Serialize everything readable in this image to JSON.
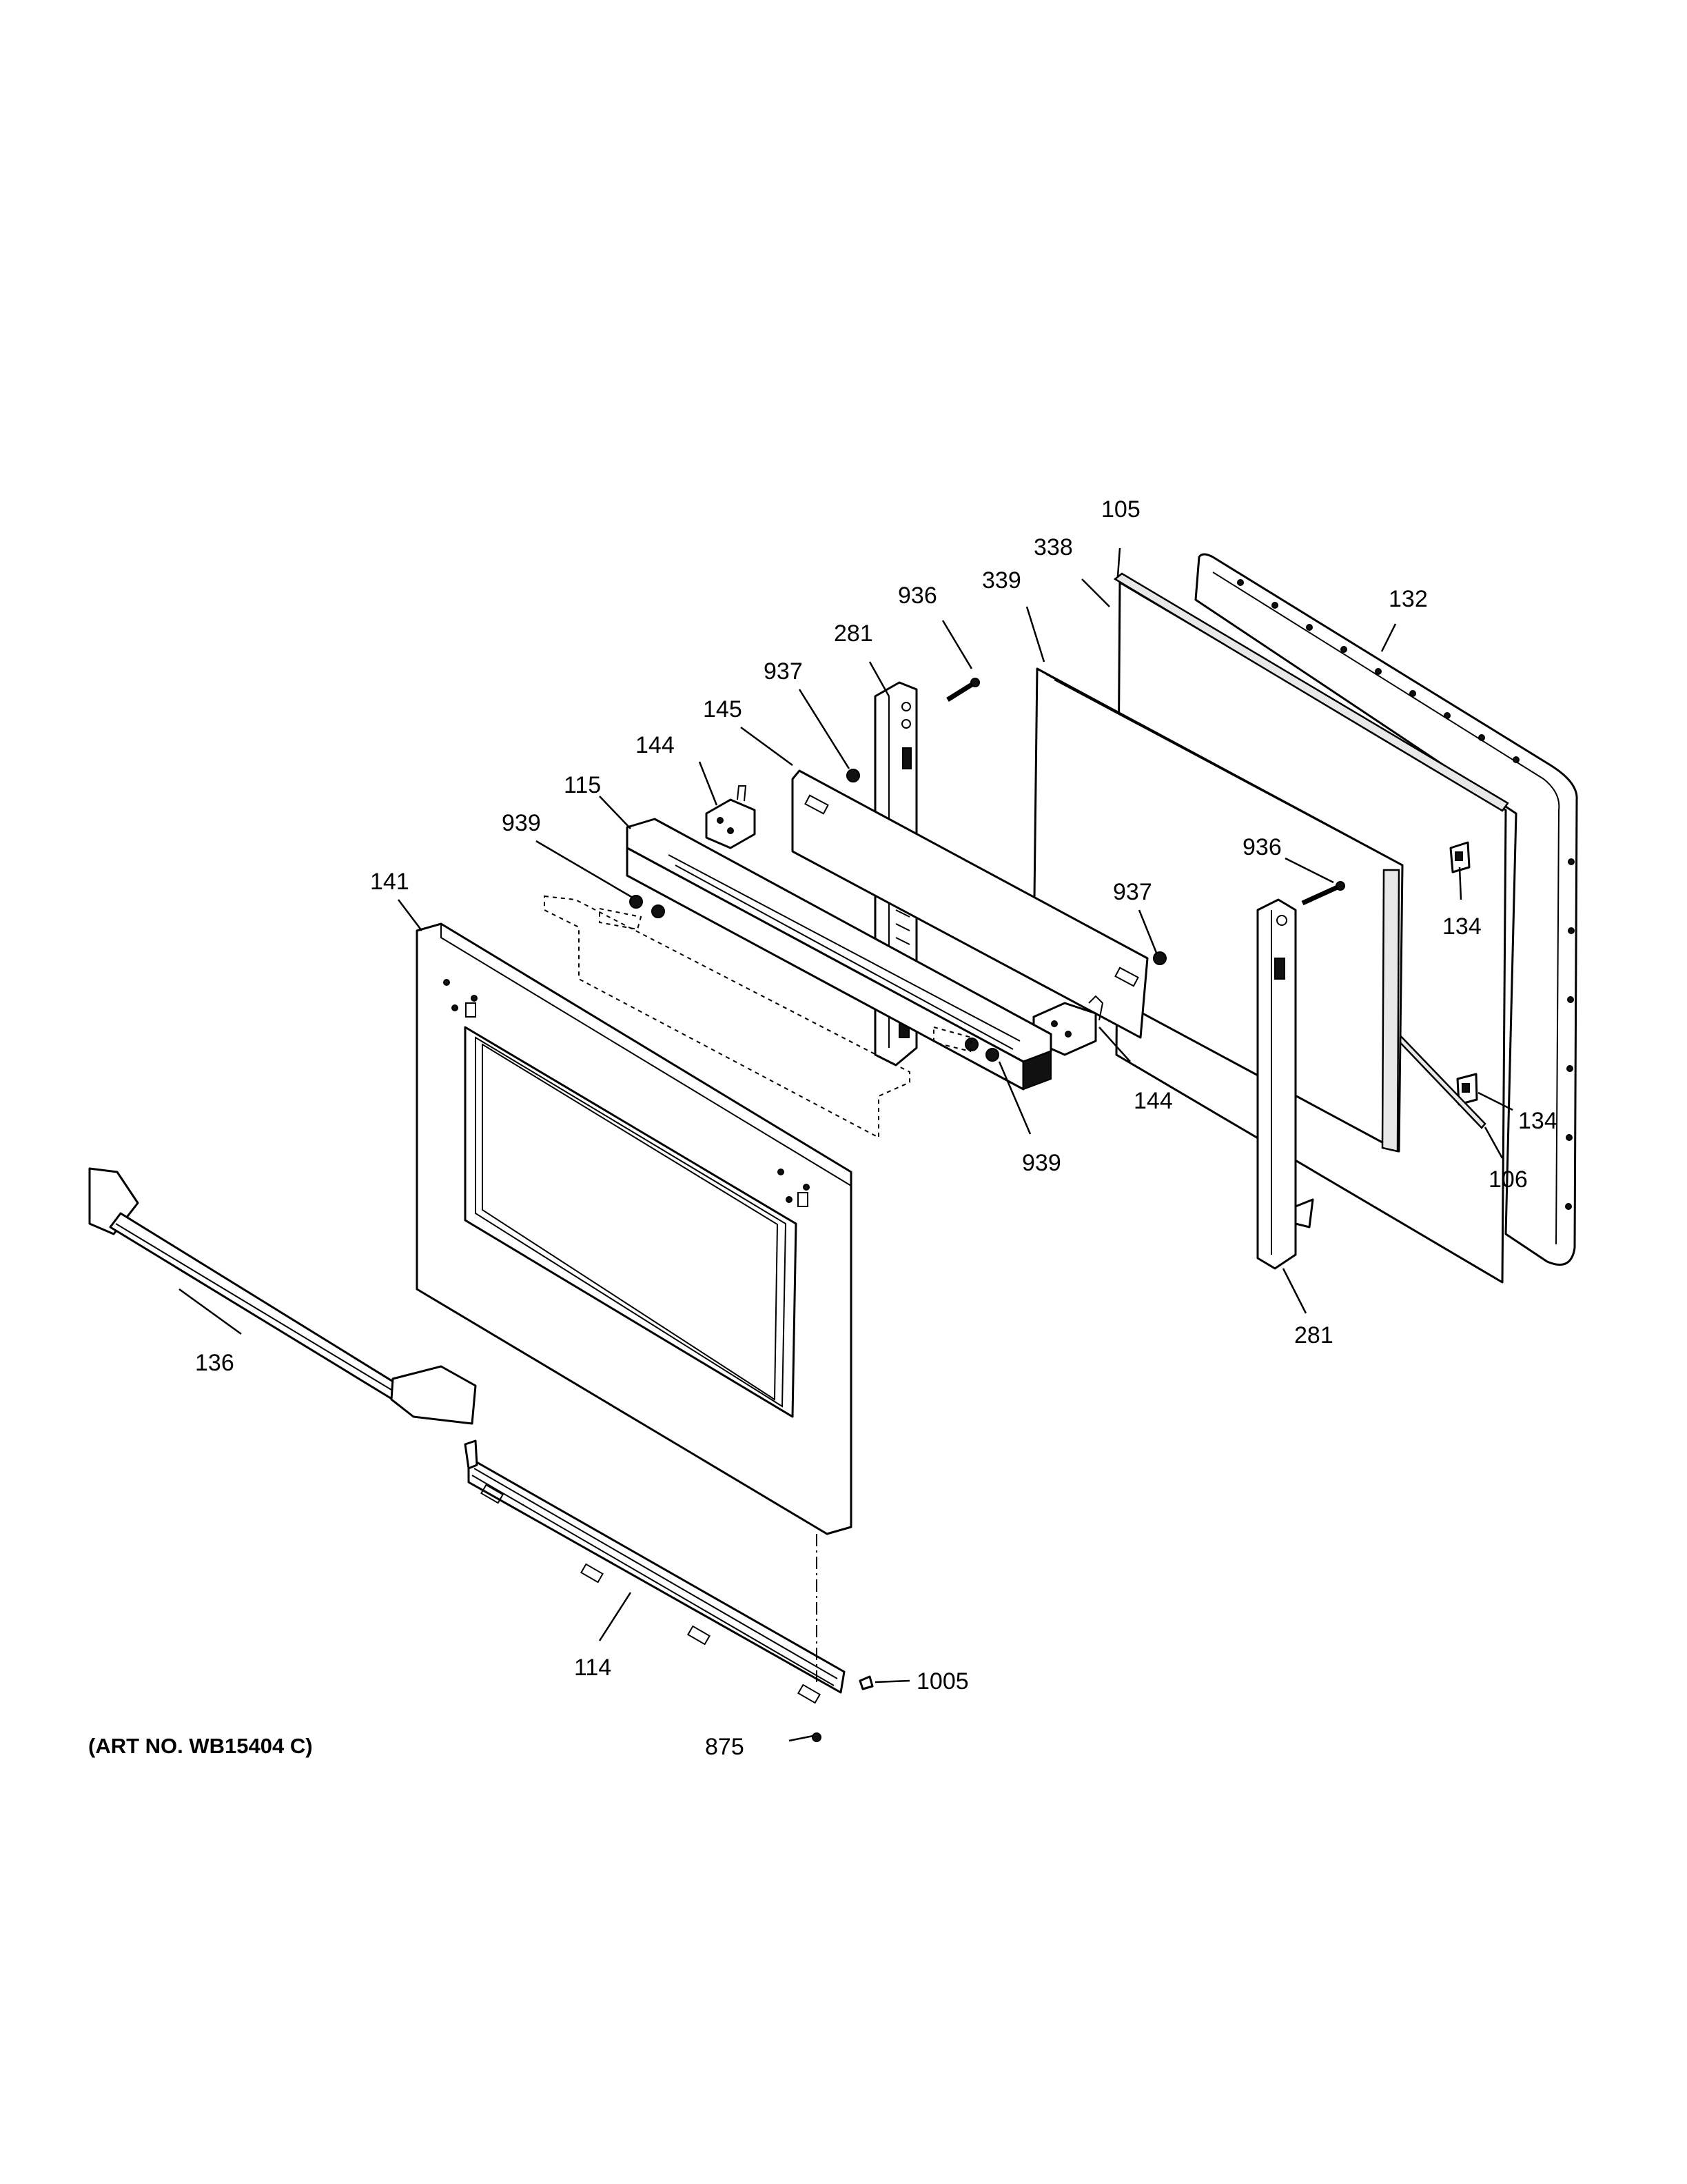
{
  "diagram": {
    "art_number": "(ART NO. WB15404 C)",
    "callouts": {
      "c105": "105",
      "c338": "338",
      "c132": "132",
      "c339": "339",
      "c936_top": "936",
      "c281_top": "281",
      "c937_top": "937",
      "c145": "145",
      "c144_left": "144",
      "c115": "115",
      "c939_top": "939",
      "c141": "141",
      "c936_right": "936",
      "c937_right": "937",
      "c134_top": "134",
      "c144_right": "144",
      "c134_bottom": "134",
      "c939_bottom": "939",
      "c106": "106",
      "c281_bottom": "281",
      "c136": "136",
      "c114": "114",
      "c1005": "1005",
      "c875": "875"
    }
  }
}
